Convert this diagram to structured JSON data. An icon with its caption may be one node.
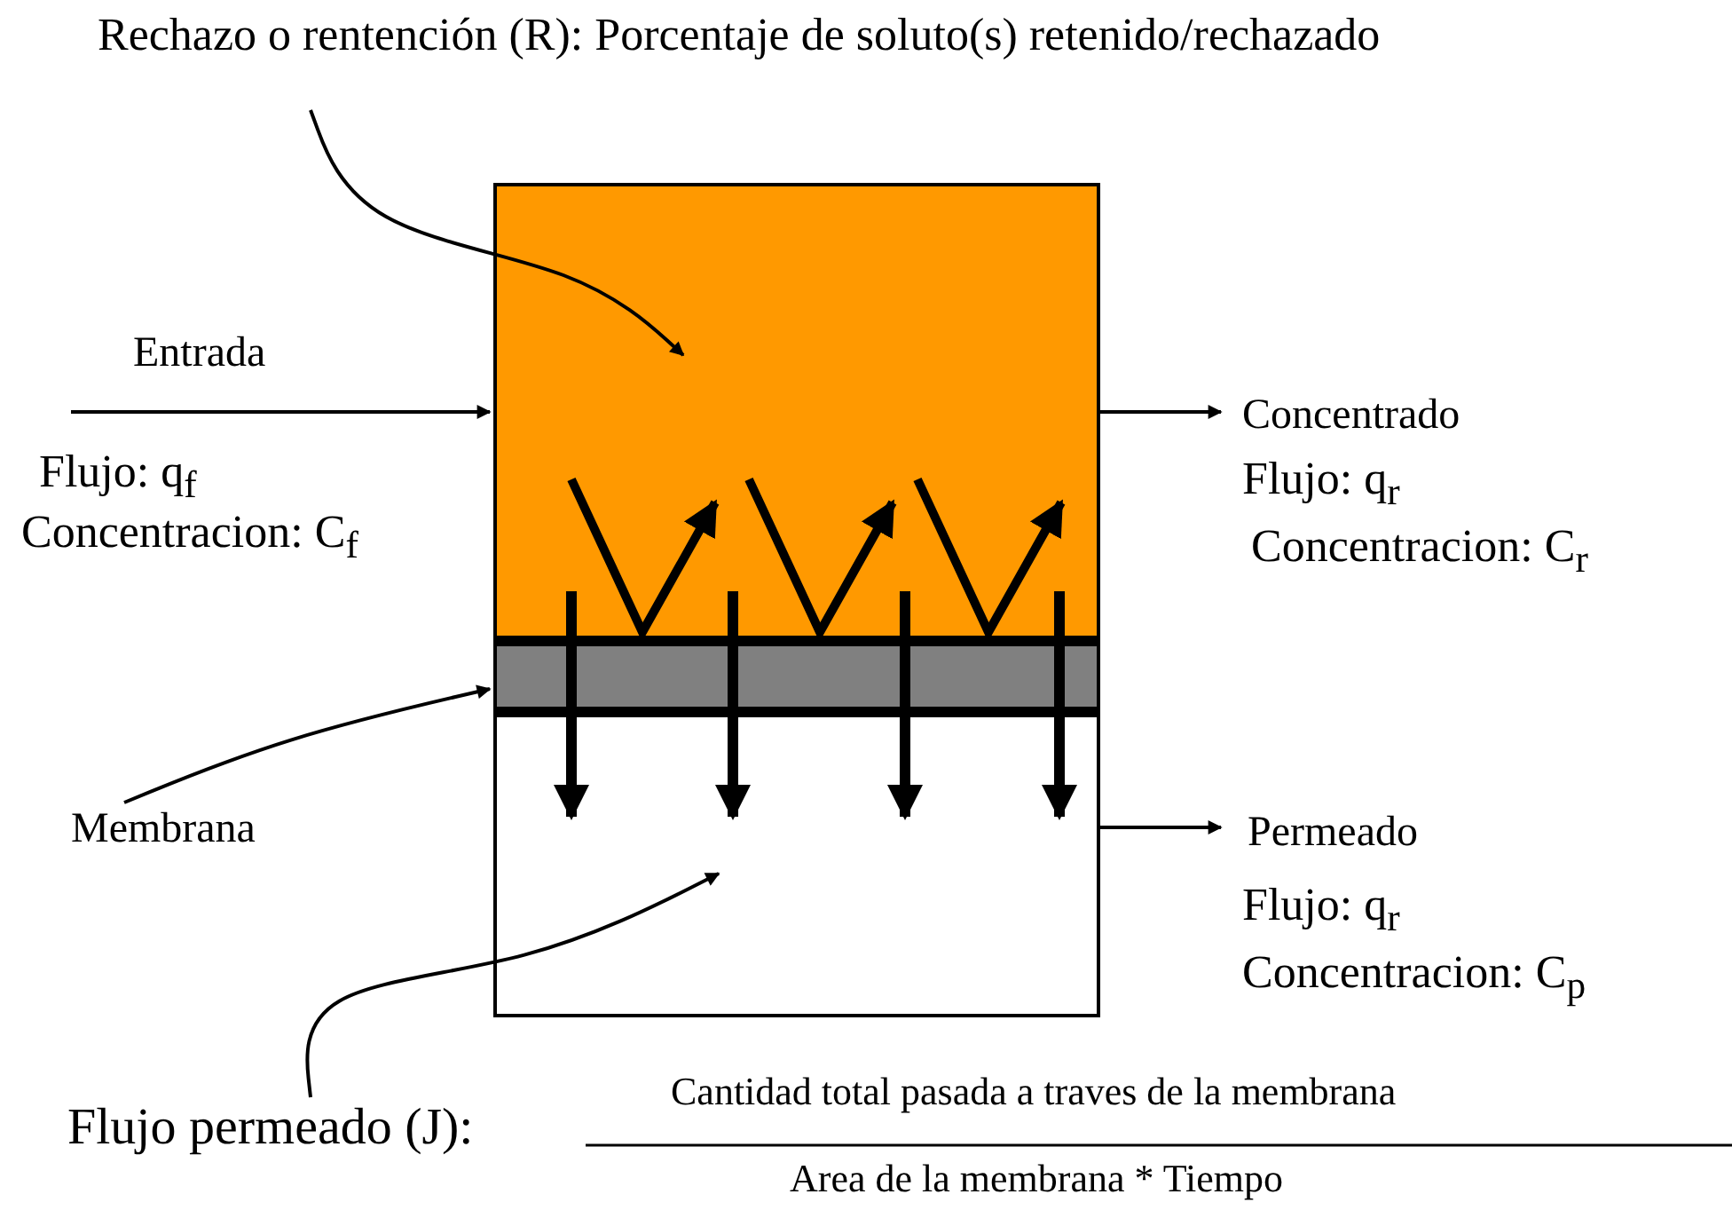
{
  "diagram": {
    "nodes": [
      {
        "text": [
          "Rechazo o rentención (R): Porcentaje de soluto(s) retenido/rechazado"
        ]
      },
      {
        "text": [],
        "shape": "box"
      },
      {
        "text": [],
        "shape": "bar"
      },
      {
        "text": [],
        "shape": "box"
      },
      {
        "text": [
          "Membrana"
        ]
      },
      {
        "text": [
          "Concentrado"
        ],
        "beside": [
          "Flujo: q$_{r}$",
          "Concentracion: C$_{r}$"
        ]
      },
      {
        "text": [
          "Permeado"
        ],
        "beside": [
          "Flujo: q$_{r}$",
          "Concentracion: C$_{p}$"
        ]
      },
      {
        "text": [
          "Flujo permeado (J):"
        ]
      }
    ],
    "edges": [
      {
        "from": 0,
        "to": 1,
        "arrow": "to"
      },
      {
        "from": null,
        "to": 1,
        "arrow": "to",
        "label": "Entrada"
      },
      {
        "from": 1,
        "to": 5,
        "arrow": "to"
      },
      {
        "from": 4,
        "to": 2,
        "arrow": "to"
      },
      {
        "from": 3,
        "to": 6,
        "arrow": "to"
      },
      {
        "from": 7,
        "to": 3,
        "arrow": "to"
      },
      {
        "from": 1,
        "to": 2,
        "arrow": "none"
      },
      {
        "from": 2,
        "to": 3,
        "arrow": "to"
      },
      {
        "from": 1,
        "to": 2,
        "arrow": "none"
      },
      {
        "from": 2,
        "to": 3,
        "arrow": "to"
      },
      {
        "from": 1,
        "to": 2,
        "arrow": "none"
      },
      {
        "from": 2,
        "to": 3,
        "arrow": "to"
      },
      {
        "from": 1,
        "to": 2,
        "arrow": "none"
      },
      {
        "from": 2,
        "to": 3,
        "arrow": "to"
      }
    ],
    "labels": [
      "Flujo: q$_{f}$",
      "Concentracion: C$_{f}$",
      "Cantidad total pasada a traves de la membrana",
      "Area de la membrana * Tiempo"
    ]
  }
}
